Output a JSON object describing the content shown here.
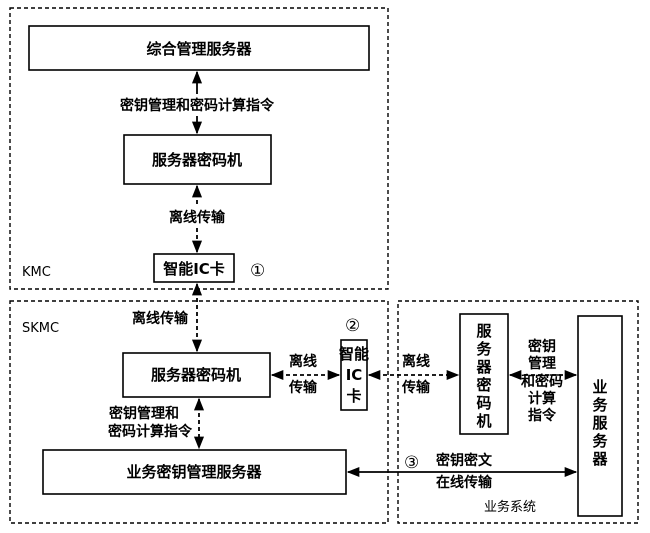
{
  "regions": {
    "kmc": "KMC",
    "skmc": "SKMC",
    "business": "业务系统"
  },
  "boxes": {
    "integrated_server": "综合管理服务器",
    "kmc_crypto": "服务器密码机",
    "kmc_ic_card": "智能IC卡",
    "skmc_crypto": "服务器密码机",
    "skmc_ic_card": [
      "智能",
      "IC",
      "卡"
    ],
    "skmc_key_server": "业务密钥管理服务器",
    "biz_crypto": [
      "服",
      "务",
      "器",
      "密",
      "码",
      "机"
    ],
    "biz_server": [
      "业",
      "务",
      "服",
      "务",
      "器"
    ]
  },
  "edges": {
    "kmc_cmd": "密钥管理和密码计算指令",
    "kmc_offline": "离线传输",
    "cross_offline": "离线传输",
    "skmc_offline": [
      "离线",
      "传输"
    ],
    "biz_offline": [
      "离线",
      "传输"
    ],
    "skmc_cmd": [
      "密钥管理和",
      "密码计算指令"
    ],
    "biz_cmd": [
      "密钥",
      "管理",
      "和密码",
      "计算",
      "指令"
    ],
    "online": [
      "密钥密文",
      "在线传输"
    ]
  },
  "markers": {
    "one": "①",
    "two": "②",
    "three": "③"
  }
}
